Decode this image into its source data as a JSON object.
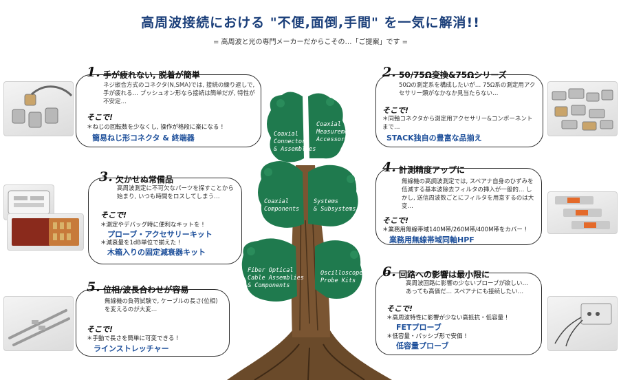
{
  "header": {
    "title": "高周波接続における \"不便,面倒,手間\" を一気に解消!!",
    "subtitle": "= 高周波と光の専門メーカーだからこその…「ご提案」です ="
  },
  "tree": {
    "labels": [
      "Coaxial\nConnectors\n& Assemblies",
      "Coaxial\nMeasurement\nAccessories",
      "Coaxial\nComponents",
      "Systems\n& Subsystems",
      "Fiber Optical\nCable Assemblies\n& Components",
      "Oscilloscope\nProbe Kits"
    ]
  },
  "items": [
    {
      "num": "1.",
      "heading": "手が疲れない, 脱着が簡単",
      "desc": "ネジ嵌合方式のコネクタ(N,SMA)では, 接続の繰り返しで, 手が疲れる… プッシュオン形なら接続は簡単だが, 特性が不安定…",
      "soko": "そこで!",
      "notes": [
        "＊ねじの回転数を少なくし, 操作が格段に楽になる !"
      ],
      "products": [
        "簡易ねじ形コネクタ & 終端器"
      ]
    },
    {
      "num": "2.",
      "heading": "50/75Ω変換&75Ωシリーズ",
      "desc": "50Ωの測定系を構成したいが… 75Ω系の測定用アクセサリー類がなかなか見当たらない…",
      "soko": "そこで!",
      "notes": [
        "＊同軸コネクタから測定用アクセサリー&コンポーネントまで…"
      ],
      "products": [
        "STACK独自の豊富な品揃え"
      ]
    },
    {
      "num": "3.",
      "heading": "欠かせぬ常備品",
      "desc": "高周波測定に不可欠なパーツを探すことから始まり, いつも時間をロスしてしまう…",
      "soko": "そこで!",
      "notes": [
        "＊測定やデバッグ時に便利なキットを !",
        "＊減衰量を1dB単位で揃えた !"
      ],
      "products": [
        "プローブ・アクセサリーキット",
        "木箱入りの固定減衰器キット"
      ]
    },
    {
      "num": "4.",
      "heading": "計測精度アップに",
      "desc": "無線機の高調波測定では, スペアナ自身のひずみを低減する基本波除去フィルタの挿入が一般的… しかし, 送信周波数ごとにフィルタを用意するのは大変…",
      "soko": "そこで!",
      "notes": [
        "＊業務用無線帯域140M帯/260M帯/400M帯をカバー !"
      ],
      "products": [
        "業務用無線帯域同軸HPF"
      ]
    },
    {
      "num": "5.",
      "heading": "位相/波長合わせが容易",
      "desc": "無線機の負荷試験で, ケーブルの長さ(位相)を変えるのが大変…",
      "soko": "そこで!",
      "notes": [
        "＊手動で長さを簡単に可変できる !"
      ],
      "products": [
        "ラインストレッチャー"
      ]
    },
    {
      "num": "6.",
      "heading": "回路への影響は最小限に",
      "desc": "高周波回路に影響の少ないプローブが欲しい… あっても高価だ… スペアナにも接続したい…",
      "soko": "そこで!",
      "notes": [
        "＊高周波特性に影響が少ない高抵抗・低容量 !",
        "＊低容量・パッシブ形で安価 !"
      ],
      "products": [
        "FETプローブ",
        "低容量プローブ"
      ]
    }
  ]
}
